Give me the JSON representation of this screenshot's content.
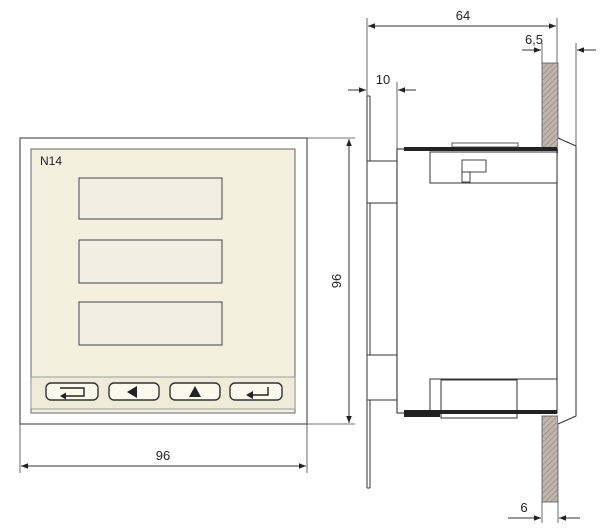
{
  "front_view": {
    "model_label": "N14",
    "width_label": "96",
    "height_label": "96",
    "buttons": [
      "return-key",
      "left-arrow-key",
      "up-arrow-key",
      "enter-key"
    ],
    "panel_color": "#f4efdf",
    "display_color": "#f2ece0"
  },
  "side_view": {
    "depth_label": "64",
    "bezel_label": "10",
    "flange_label": "6,5",
    "panel_label": "6",
    "panel_fill": "#b9b1ab"
  }
}
